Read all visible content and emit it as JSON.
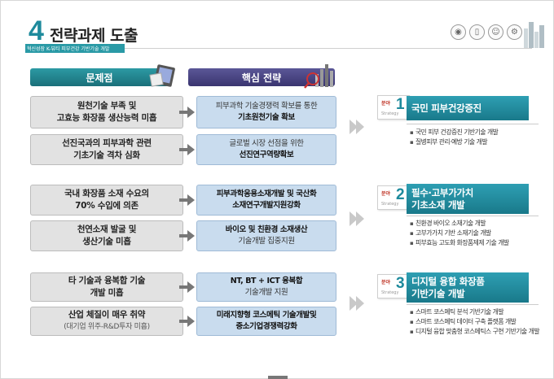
{
  "header": {
    "number": "4",
    "title": "전략과제 도출",
    "subtitle": "혁신성장 K-뷰티 피부건강 기반기술 개발"
  },
  "columns": {
    "problems_label": "문제점",
    "strategy_label": "핵심 전략"
  },
  "rows": [
    {
      "problem": [
        "원천기술 부족 및",
        "고효능 화장품 생산능력 미흡"
      ],
      "problem_sub": "",
      "strategy_a": "피부과학 기술경쟁력 확보를 통한",
      "strategy_b": "기초원천기술 확보"
    },
    {
      "problem": [
        "선진국과의 피부과학 관련",
        "기초기술 격차 심화"
      ],
      "problem_sub": "",
      "strategy_a": "글로벌 시장 선점을 위한",
      "strategy_b": "선진연구역량확보"
    },
    {
      "problem": [
        "국내 화장품 소재 수요의",
        "70% 수입에 의존"
      ],
      "problem_sub": "",
      "strategy_a": "피부과학응용소재개발 및 국산화",
      "strategy_b": "소재연구개발지원강화"
    },
    {
      "problem": [
        "천연소재 발굴 및",
        "생산기술 미흡"
      ],
      "problem_sub": "",
      "strategy_a": "바이오 및 친환경 소재생산",
      "strategy_b": "기술개발 집중지원"
    },
    {
      "problem": [
        "타 기술과 융복합 기술",
        "개발 미흡"
      ],
      "problem_sub": "",
      "strategy_a": "NT, BT + ICT 융복합",
      "strategy_b": "기술개발 지원"
    },
    {
      "problem": [
        "산업 체질이 매우 취약"
      ],
      "problem_sub": "(대기업 위주-R&D투자 미흡)",
      "strategy_a": "미래지향형 코스메틱 기술개발및",
      "strategy_b": "중소기업경쟁력강화"
    }
  ],
  "areas": [
    {
      "label": "분야",
      "number": "1",
      "strategy": "Strategy",
      "goal": [
        "국민 피부건강증진"
      ],
      "items": [
        "국민 피부 건강증진 기반기술 개발",
        "질병피부 관리·예방 기술 개발"
      ]
    },
    {
      "label": "분야",
      "number": "2",
      "strategy": "Strategy",
      "goal": [
        "필수·고부가가치",
        "기초소재 개발"
      ],
      "items": [
        "친환경 바이오 소재기술 개발",
        "고부가가치 기반 소재기술 개발",
        "피부효능 고도화 화장품제제 기술 개발"
      ]
    },
    {
      "label": "분야",
      "number": "3",
      "strategy": "Strategy",
      "goal": [
        "디지털 융합 화장품",
        "기반기술 개발"
      ],
      "items": [
        "스마트 코스메틱 분석 기반기술 개발",
        "스마트 코스메틱 데이터 구축 플랫폼 개발",
        "디지털 융합 맞춤형 코스메틱스 구현 기반기술 개발"
      ]
    }
  ]
}
